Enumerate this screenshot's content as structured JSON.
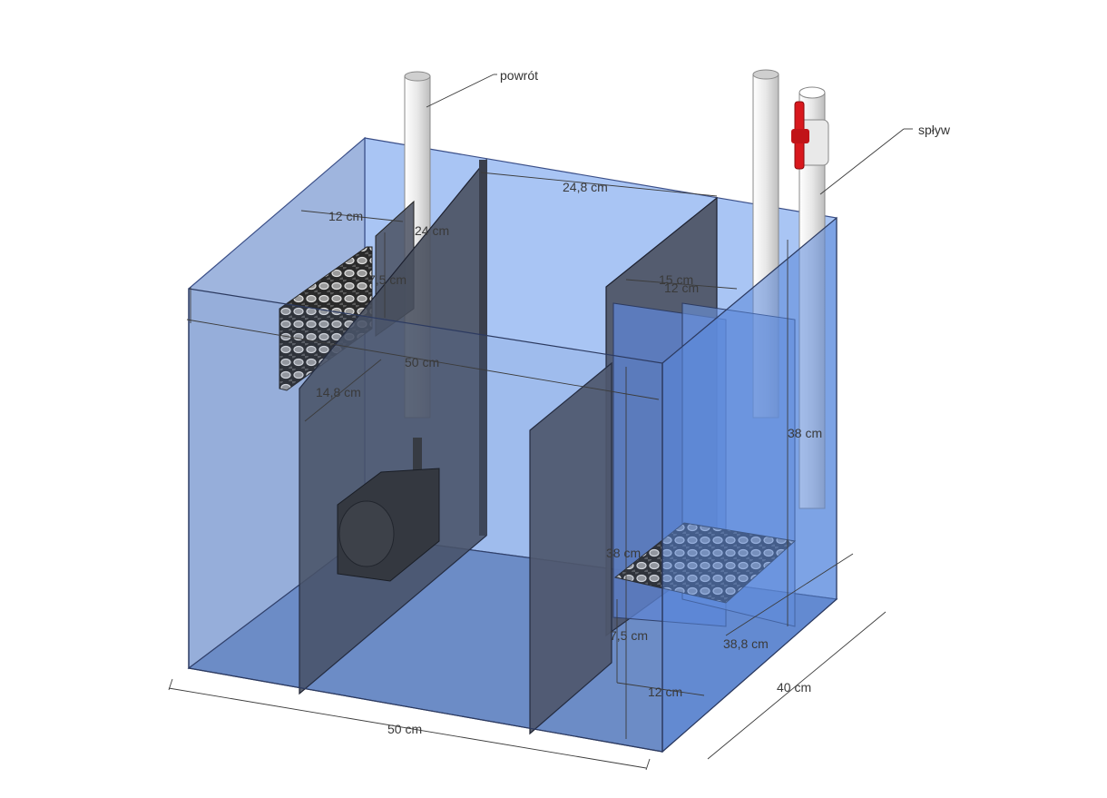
{
  "callouts": {
    "return_pipe": "powrót",
    "overflow_pipe": "spływ"
  },
  "dimensions": {
    "total_width": "50 cm",
    "total_depth": "40 cm",
    "inner_width": "50 cm",
    "left_chamber_width": "12 cm",
    "middle_chamber_width": "24,8 cm",
    "baffle_height": "24 cm",
    "sponge_height": "7,5 cm",
    "left_gap": "14,8 cm",
    "right_chamber_width": "15 cm",
    "right_inner_width": "12 cm",
    "overflow_height": "38 cm",
    "right_wall_height": "38 cm",
    "bottom_gap": "7,5 cm",
    "bottom_depth": "12 cm",
    "right_depth": "38,8 cm"
  },
  "colors": {
    "glass": "#7f9fdc",
    "glass_back": "#a8c4f5",
    "baffle": "#4a5060",
    "pipe": "#e6e6e6",
    "valve": "#d8181d",
    "pump": "#2f2f2f"
  }
}
